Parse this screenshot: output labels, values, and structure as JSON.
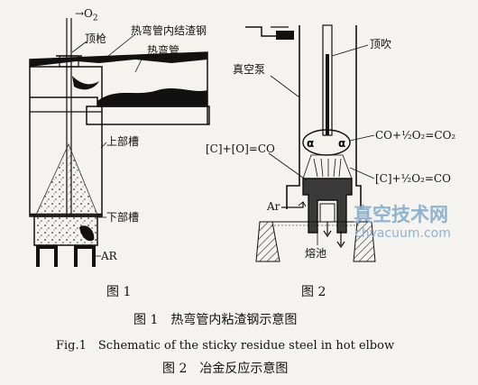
{
  "fig1": {
    "label_o2": "→O",
    "label_o2_sub": "2",
    "label_lance": "顶枪",
    "label_residue": "热弯管内结渣钢",
    "label_hot_elbow": "热弯管",
    "label_upper_vessel": "上部槽",
    "label_lower_vessel": "下部槽",
    "label_ar": "AR",
    "caption": "图 1"
  },
  "fig2": {
    "label_vacuum_pump": "真空泵",
    "label_top_blow": "顶吹",
    "eq_c_o": "[C]+[O]=CO",
    "eq_co_to_co2": "CO+½O₂=CO₂",
    "eq_c_to_co": "[C]+½O₂=CO",
    "label_ar": "Ar",
    "label_molten_pool": "熔池",
    "caption": "图 2"
  },
  "watermark": {
    "cn": "真空技术网",
    "url": "chvacuum.com"
  },
  "captions": {
    "fig1_cn": "图 1　热弯管内粘渣钢示意图",
    "fig1_en": "Fig.1　Schematic of the sticky residue steel in hot elbow",
    "fig2_cn": "图 2　冶金反应示意图"
  }
}
